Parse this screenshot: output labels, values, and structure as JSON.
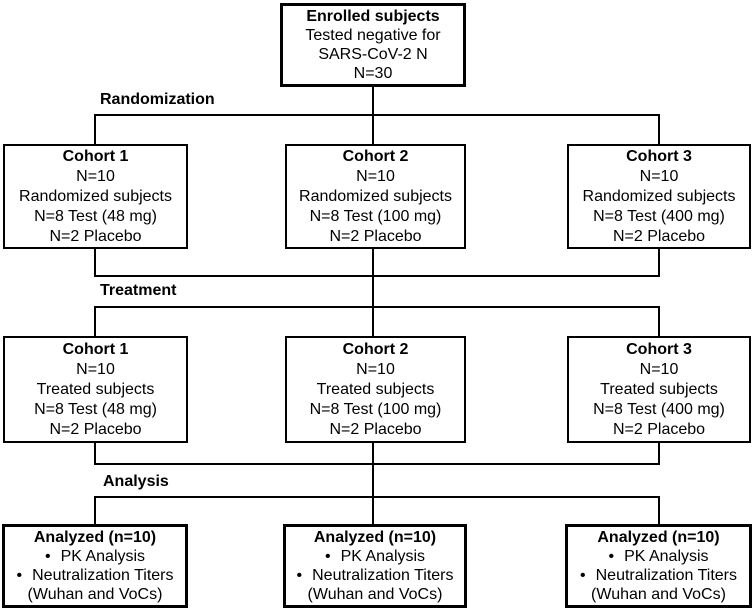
{
  "colors": {
    "background": "#ffffff",
    "line": "#000000",
    "text": "#000000",
    "box_border": "#000000"
  },
  "enrollment": {
    "title": "Enrolled subjects",
    "lines": [
      "Tested negative for",
      "SARS-CoV-2 N",
      "N=30"
    ]
  },
  "stages": {
    "randomization_label": "Randomization",
    "treatment_label": "Treatment",
    "analysis_label": "Analysis"
  },
  "randomization_boxes": [
    {
      "title": "Cohort 1",
      "lines": [
        "N=10",
        "Randomized subjects",
        "N=8 Test (48 mg)",
        "N=2 Placebo"
      ]
    },
    {
      "title": "Cohort 2",
      "lines": [
        "N=10",
        "Randomized subjects",
        "N=8 Test (100 mg)",
        "N=2 Placebo"
      ]
    },
    {
      "title": "Cohort 3",
      "lines": [
        "N=10",
        "Randomized subjects",
        "N=8 Test (400 mg)",
        "N=2 Placebo"
      ]
    }
  ],
  "treatment_boxes": [
    {
      "title": "Cohort 1",
      "lines": [
        "N=10",
        "Treated subjects",
        "N=8 Test (48 mg)",
        "N=2 Placebo"
      ]
    },
    {
      "title": "Cohort 2",
      "lines": [
        "N=10",
        "Treated subjects",
        "N=8 Test (100 mg)",
        "N=2 Placebo"
      ]
    },
    {
      "title": "Cohort 3",
      "lines": [
        "N=10",
        "Treated subjects",
        "N=8 Test (400 mg)",
        "N=2 Placebo"
      ]
    }
  ],
  "analysis_boxes": [
    {
      "title": "Analyzed (n=10)",
      "bullet1": "PK Analysis",
      "bullet2": "Neutralization Titers",
      "bullet2_cont": "(Wuhan and VoCs)"
    },
    {
      "title": "Analyzed (n=10)",
      "bullet1": "PK Analysis",
      "bullet2": "Neutralization Titers",
      "bullet2_cont": "(Wuhan and VoCs)"
    },
    {
      "title": "Analyzed (n=10)",
      "bullet1": "PK Analysis",
      "bullet2": "Neutralization Titers",
      "bullet2_cont": "(Wuhan and VoCs)"
    }
  ]
}
